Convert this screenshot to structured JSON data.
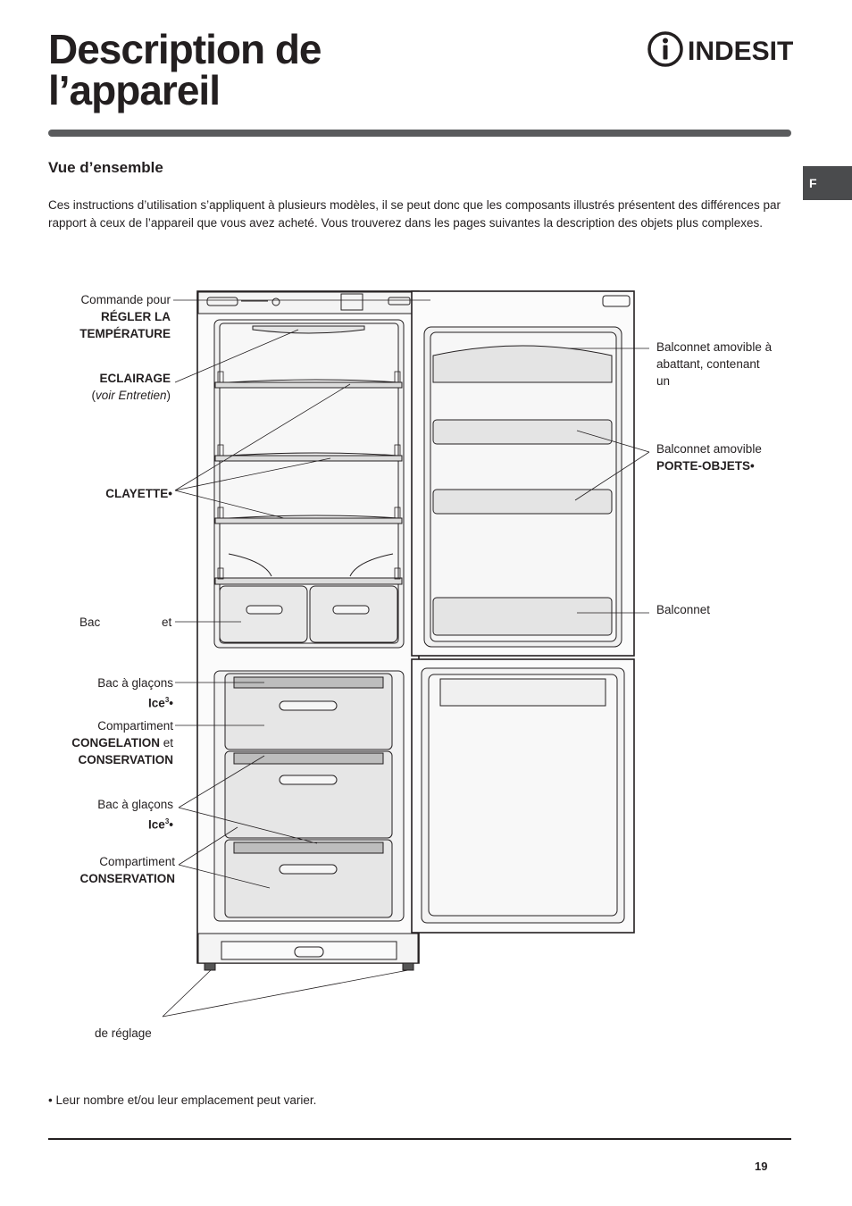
{
  "header": {
    "title_line1": "Description de",
    "title_line2": "l’appareil",
    "brand": "INDESIT",
    "brand_icon": "indesit-logo-icon"
  },
  "lang_tab": "F",
  "section": {
    "heading": "Vue d’ensemble",
    "intro": "Ces instructions d’utilisation s’appliquent à plusieurs modèles, il se peut donc que les composants illustrés présentent des différences par rapport à ceux de l’appareil que vous avez acheté. Vous trouverez dans les pages suivantes la description des objets plus complexes."
  },
  "labels": {
    "commande_1": "Commande pour",
    "commande_2": "RÉGLER LA",
    "commande_3": "TEMPÉRATURE",
    "eclairage_1": "ECLAIRAGE",
    "eclairage_2_pre": "(",
    "eclairage_2_it": "voir Entretien",
    "eclairage_2_post": ")",
    "clayette": "CLAYETTE•",
    "bac_left": "Bac",
    "bac_right": "et",
    "glacons1_1": "Bac à glaçons",
    "glacons1_2": "Ice",
    "glacons1_sup": "3",
    "glacons1_bullet": "•",
    "congel_1": "Compartiment",
    "congel_2a": "CONGELATION",
    "congel_2b": " et",
    "congel_3": "CONSERVATION",
    "glacons2_1": "Bac à glaçons",
    "glacons2_2": "Ice",
    "glacons2_sup": "3",
    "glacons2_bullet": "•",
    "conserv_1": "Compartiment",
    "conserv_2": "CONSERVATION",
    "reglage": "de réglage",
    "balconnet_abattant_1": "Balconnet amovible à",
    "balconnet_abattant_2": "abattant, contenant",
    "balconnet_abattant_3": "un",
    "balconnet_porte_1": "Balconnet amovible",
    "balconnet_porte_2": "PORTE-OBJETS•",
    "balconnet": "Balconnet"
  },
  "footnote": "• Leur nombre et/ou leur emplacement peut varier.",
  "page_number": "19",
  "colors": {
    "text": "#231f20",
    "rule": "#5a5b5d",
    "tab": "#4a4b4d",
    "drawing_fill": "#f3f3f3",
    "drawing_shade": "#c8c8c8"
  }
}
